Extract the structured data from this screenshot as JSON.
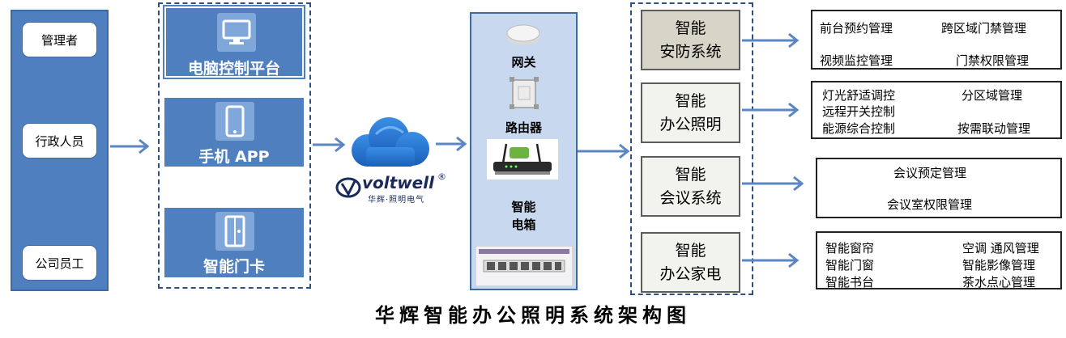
{
  "users": [
    "管理者",
    "行政人员",
    "公司员工"
  ],
  "platforms": [
    {
      "label": "电脑控制平台",
      "icon": "monitor-icon"
    },
    {
      "label": "手机  APP",
      "icon": "phone-icon"
    },
    {
      "label": "智能门卡",
      "icon": "door-card-icon"
    }
  ],
  "logo": {
    "name": "voltwell",
    "reg": "®",
    "subtitle": "华辉·照明电气"
  },
  "devices": {
    "gateway": "网关",
    "router": "路由器",
    "smart_box_line1": "智能",
    "smart_box_line2": "电箱"
  },
  "systems": [
    {
      "line1": "智能",
      "line2": "安防系统"
    },
    {
      "line1": "智能",
      "line2": "办公照明"
    },
    {
      "line1": "智能",
      "line2": "会议系统"
    },
    {
      "line1": "智能",
      "line2": "办公家电"
    }
  ],
  "features": [
    [
      "前台预约管理",
      "跨区域门禁管理",
      "视频监控管理",
      "门禁权限管理"
    ],
    [
      "灯光舒适调控",
      "分区域管理",
      "远程开关控制",
      "能源综合控制",
      "按需联动管理"
    ],
    [
      "会议预定管理",
      "会议室权限管理"
    ],
    [
      "智能窗帘",
      "空调 通风管理",
      "智能门窗",
      "智能影像管理",
      "智能书台",
      "茶水点心管理"
    ]
  ],
  "caption": "华辉智能办公照明系统架构图",
  "colors": {
    "panel_blue": "#4f7fbf",
    "device_panel": "#c8d8ee",
    "arrow": "#5b86c2"
  }
}
